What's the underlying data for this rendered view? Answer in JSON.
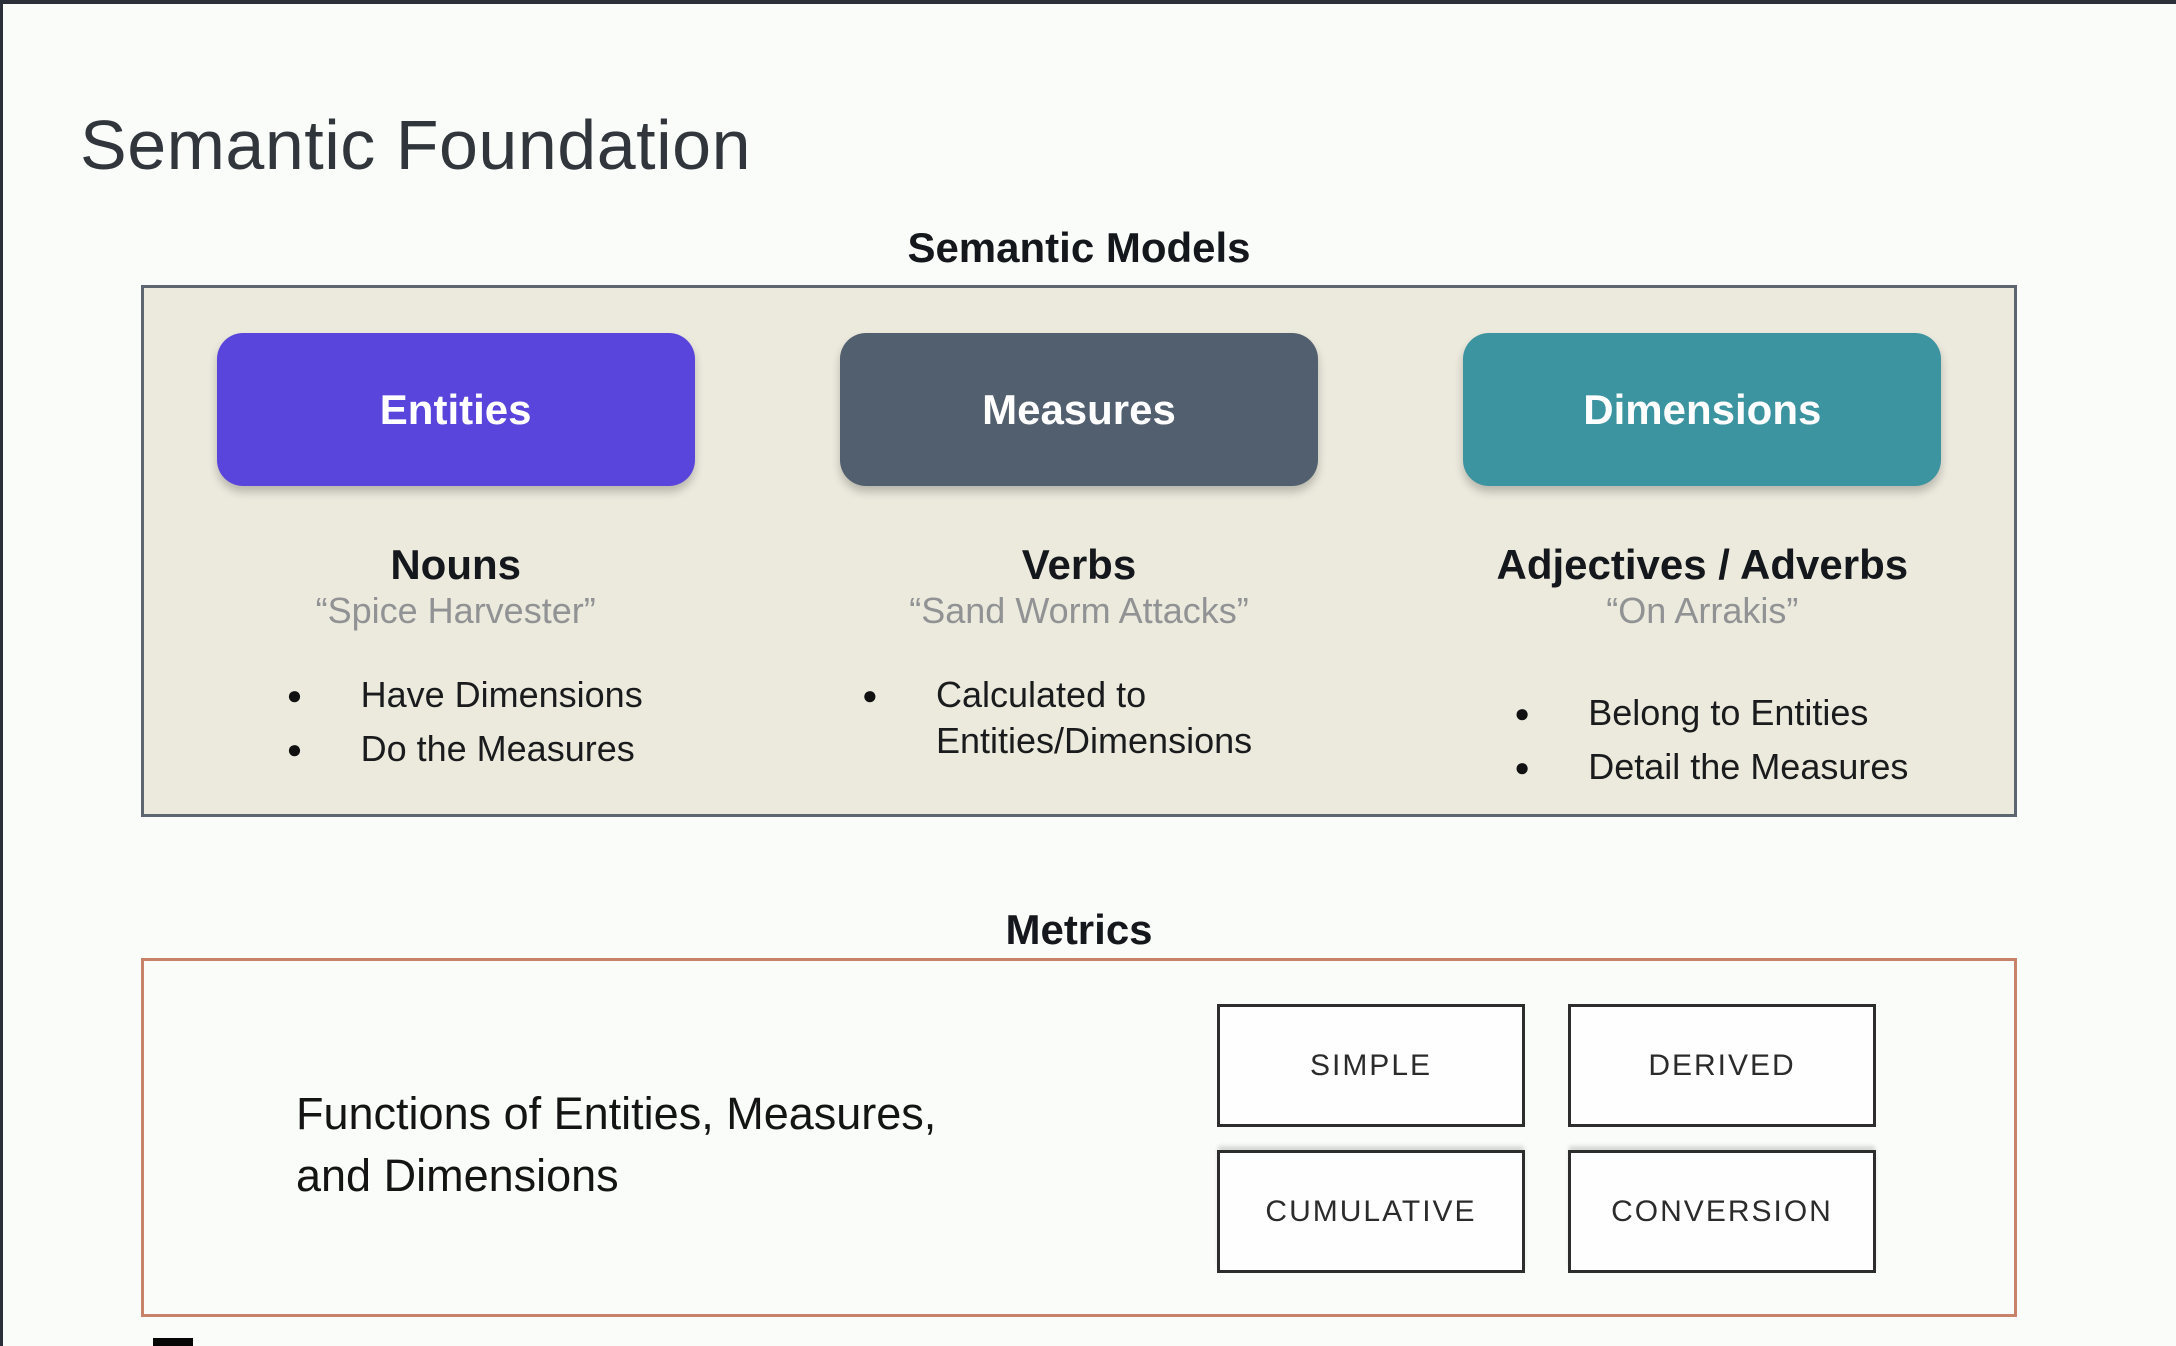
{
  "slide": {
    "title": "Semantic Foundation"
  },
  "semantic_models": {
    "heading": "Semantic Models",
    "panel_background": "#ECEADD",
    "panel_border_color": "#5D6670",
    "columns": [
      {
        "button_label": "Entities",
        "button_color": "#5A45DC",
        "role": "Nouns",
        "example": "“Spice Harvester”",
        "bullets": [
          "Have Dimensions",
          "Do the Measures"
        ]
      },
      {
        "button_label": "Measures",
        "button_color": "#525F6F",
        "role": "Verbs",
        "example": "“Sand Worm Attacks”",
        "bullets": [
          "Calculated to Entities/Dimensions"
        ]
      },
      {
        "button_label": "Dimensions",
        "button_color": "#3D94A1",
        "role": "Adjectives / Adverbs",
        "example": "“On Arrakis”",
        "bullets": [
          "Belong to Entities",
          "Detail the Measures"
        ]
      }
    ]
  },
  "metrics": {
    "heading": "Metrics",
    "panel_border_color": "#C9826A",
    "description_line1": "Functions of Entities, Measures,",
    "description_line2": "and Dimensions",
    "types": [
      "SIMPLE",
      "DERIVED",
      "CUMULATIVE",
      "CONVERSION"
    ]
  }
}
